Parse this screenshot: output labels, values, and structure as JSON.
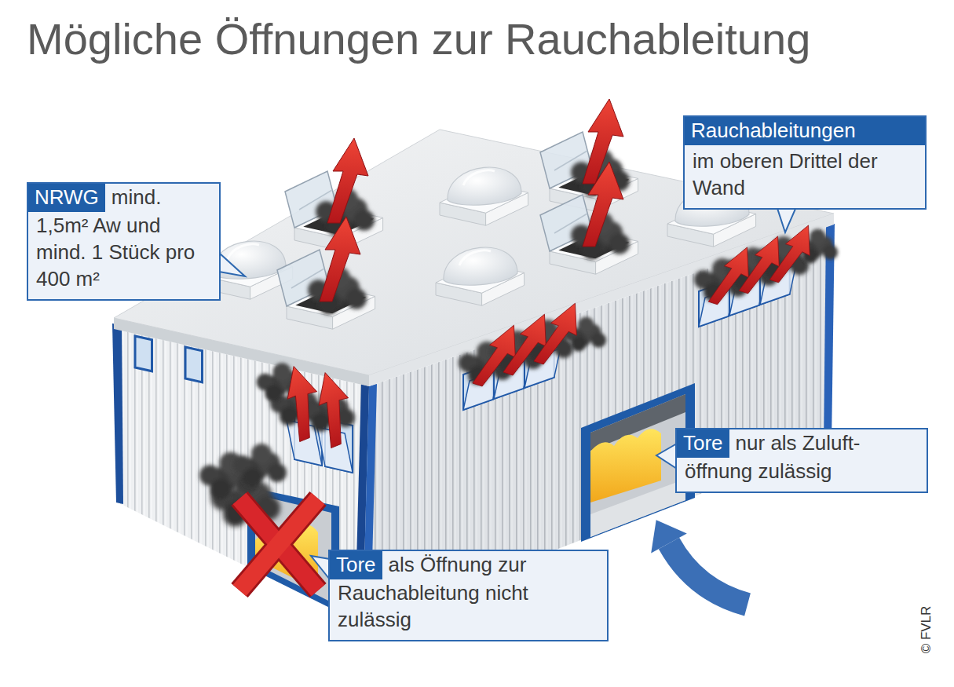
{
  "diagram": {
    "title": "Mögliche Öffnungen zur Rauchableitung",
    "nodes": [
      {
        "text": [
          "NRWG",
          "mind. 1,5m² Aw und mind. 1 Stück pro 400 m²"
        ]
      },
      {
        "text": [
          "Rauchableitungen",
          "im oberen Drittel der Wand"
        ]
      },
      {
        "text": [
          "Tore",
          "nur als Zuluft-öffnung zulässig"
        ]
      },
      {
        "text": [
          "Tore",
          "als Öffnung zur Rauchableitung nicht zulässig"
        ]
      }
    ],
    "labels": [
      "© FVLR"
    ]
  }
}
